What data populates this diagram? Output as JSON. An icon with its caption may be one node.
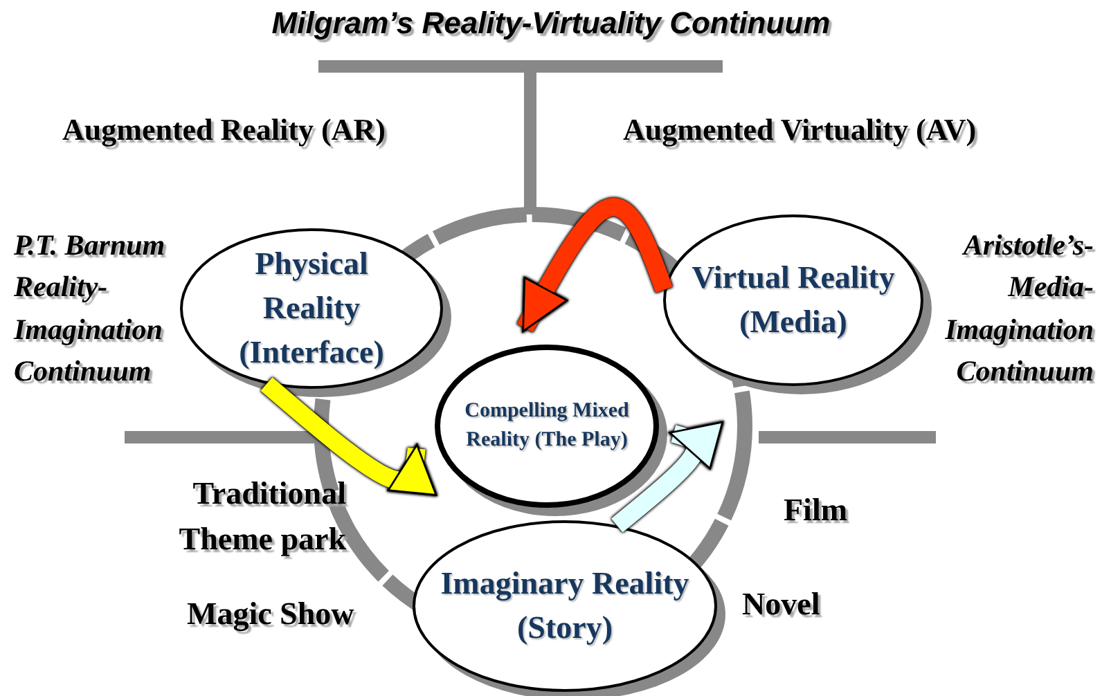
{
  "diagram": {
    "title": "Milgram’s Reality-Virtuality Continuum",
    "nodes": [
      {
        "text": [
          "Physical Reality (Interface)"
        ]
      },
      {
        "text": [
          "Virtual Reality (Media)"
        ]
      },
      {
        "text": [
          "Compelling Mixed Reality (The Play)"
        ]
      },
      {
        "text": [
          "Imaginary Reality (Story)"
        ]
      }
    ],
    "edges": [
      {
        "from": 1,
        "to": 2,
        "arrow": "to",
        "color": "#ff3300"
      },
      {
        "from": 0,
        "to": 2,
        "arrow": "to",
        "color": "#ffff00"
      },
      {
        "from": 3,
        "to": 2,
        "arrow": "to",
        "color": "#e0ffff"
      }
    ],
    "labels": [
      "Augmented Reality (AR)",
      "Augmented Virtuality (AV)",
      "P.T. Barnum Reality-Imagination Continuum",
      "Aristotle’s-Media-Imagination Continuum",
      "Traditional Theme park",
      "Film",
      "Magic Show",
      "Novel"
    ]
  }
}
